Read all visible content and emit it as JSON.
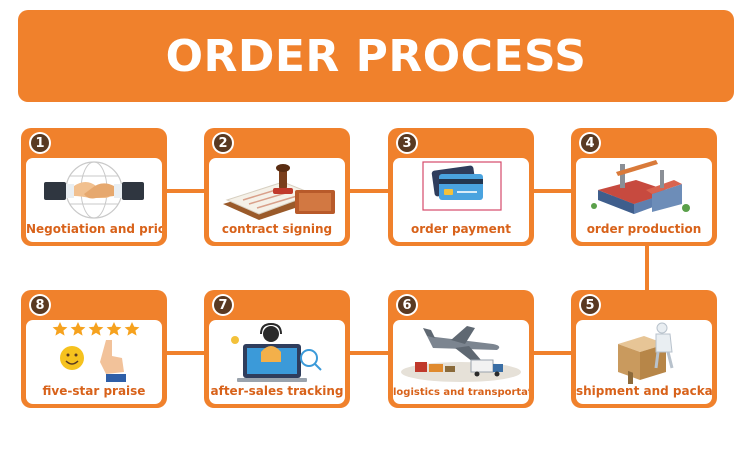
{
  "title": "ORDER PROCESS",
  "steps": [
    {
      "number": "1",
      "label": "Negotiation and pricing",
      "icon": "handshake-icon"
    },
    {
      "number": "2",
      "label": "contract signing",
      "icon": "contract-stamp-icon"
    },
    {
      "number": "3",
      "label": "order payment",
      "icon": "credit-card-icon"
    },
    {
      "number": "4",
      "label": "order production",
      "icon": "factory-icon"
    },
    {
      "number": "5",
      "label": "shipment and packaging",
      "icon": "package-box-icon"
    },
    {
      "number": "6",
      "label": "logistics and transportation",
      "icon": "airplane-truck-icon"
    },
    {
      "number": "7",
      "label": "after-sales tracking",
      "icon": "support-agent-icon"
    },
    {
      "number": "8",
      "label": "five-star praise",
      "icon": "five-star-icon"
    }
  ],
  "colors": {
    "accent": "#f0812c",
    "label": "#d8621a",
    "badge": "#5a3a22"
  }
}
